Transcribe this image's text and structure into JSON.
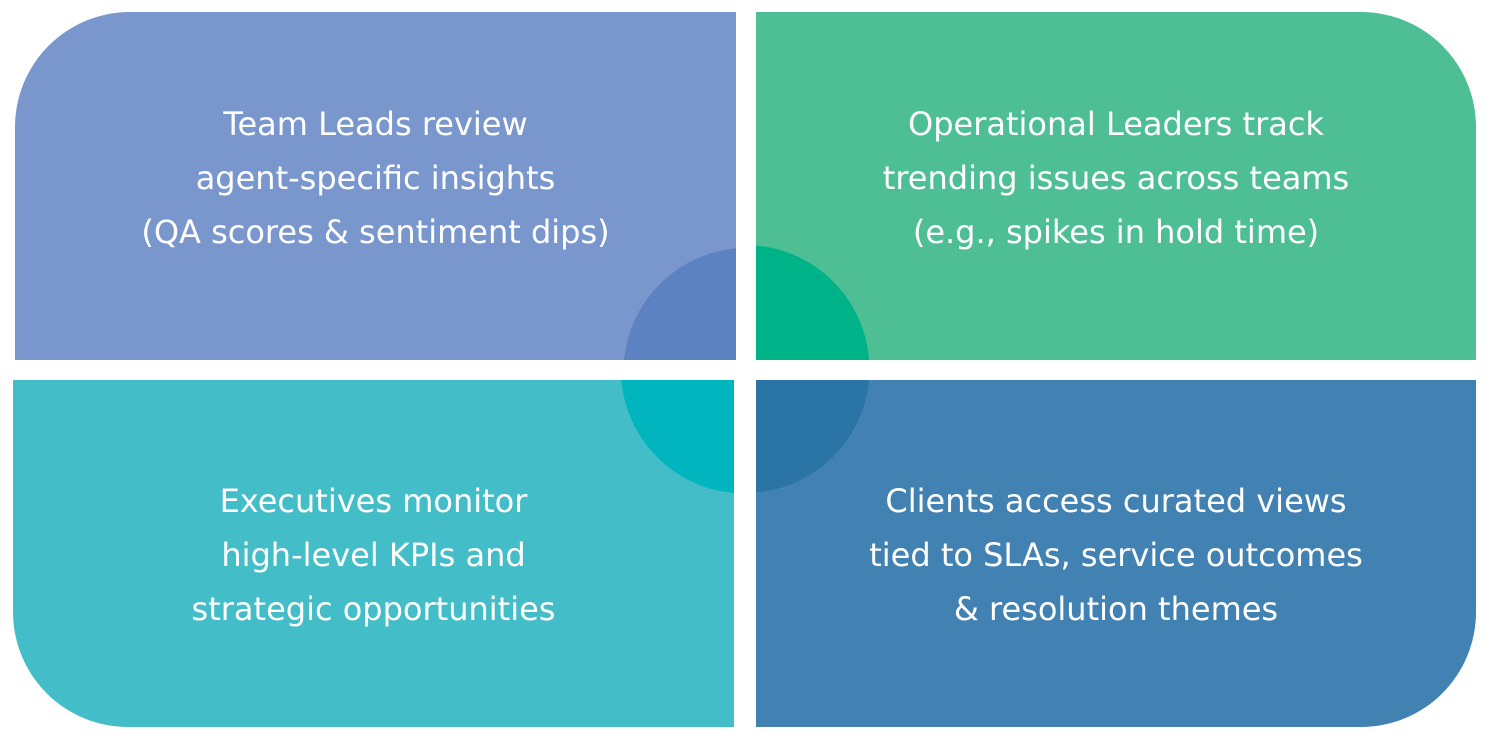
{
  "quadrants": {
    "top_left": {
      "text": "Team Leads review\nagent-specific insights\n(QA scores & sentiment dips)",
      "color": "#7a97cd"
    },
    "top_right": {
      "text": "Operational Leaders track\ntrending issues across teams\n(e.g., spikes in hold time)",
      "color": "#4ebf95"
    },
    "bottom_left": {
      "text": "Executives monitor\nhigh-level KPIs and\nstrategic opportunities",
      "color": "#43bec8"
    },
    "bottom_right": {
      "text": "Clients access curated views\ntied to SLAs, service outcomes\n& resolution themes",
      "color": "#4282b3"
    }
  },
  "center_circle": {
    "colors": {
      "top_left": "#5d82c2",
      "top_right": "#00b287",
      "bottom_left": "#00b5bd",
      "bottom_right": "#2a74a6"
    }
  }
}
